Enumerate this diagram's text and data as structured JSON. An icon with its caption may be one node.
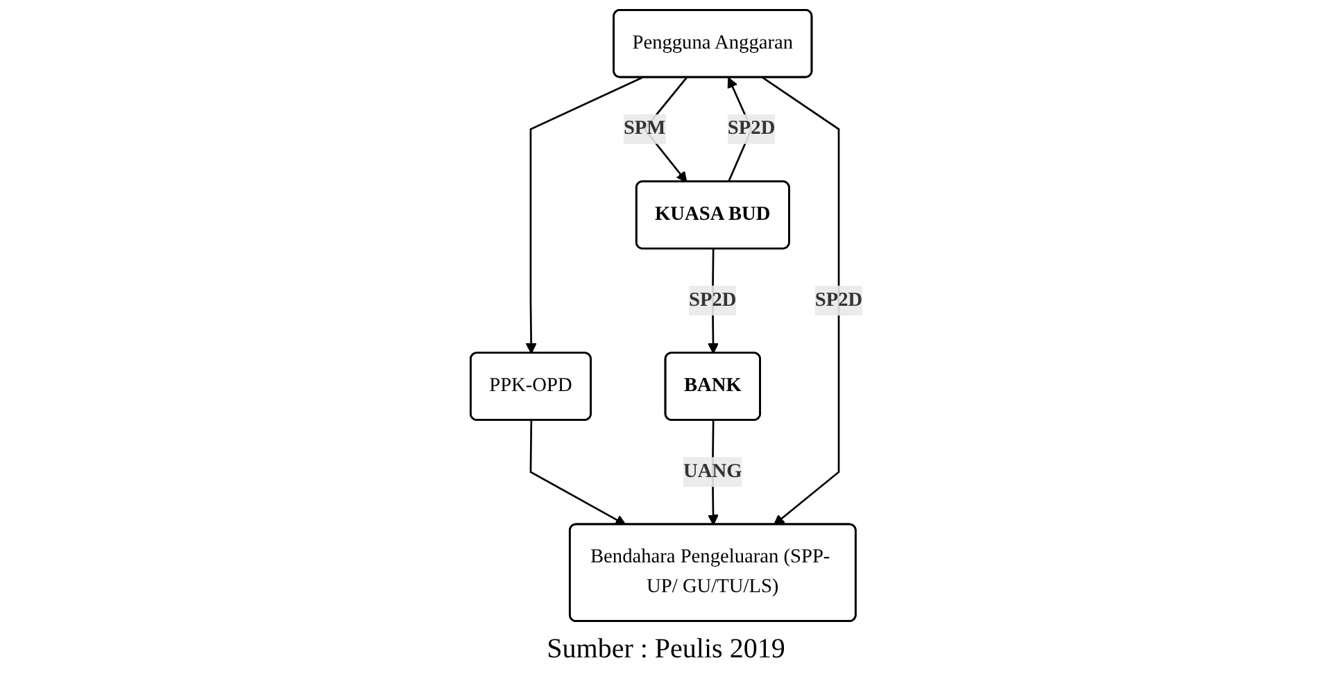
{
  "diagram": {
    "caption": "Sumber : Peulis 2019",
    "nodes": [
      {
        "text": [
          "Pengguna Anggaran"
        ]
      },
      {
        "text": [
          "KUASA BUD"
        ]
      },
      {
        "text": [
          "PPK-OPD"
        ]
      },
      {
        "text": [
          "Bendahara Pengeluaran (SPP- UP/ GU/TU/LS)"
        ]
      },
      {
        "text": [
          "BANK"
        ]
      }
    ],
    "edges": [
      {
        "from": 0,
        "to": 1,
        "label": "SPM",
        "arrow": "to"
      },
      {
        "from": 1,
        "to": 0,
        "label": "SP2D",
        "arrow": "to"
      },
      {
        "from": 0,
        "to": 2,
        "arrow": "to"
      },
      {
        "from": 2,
        "to": 3,
        "arrow": "to"
      },
      {
        "from": 1,
        "to": 4,
        "label": "SP2D",
        "arrow": "to"
      },
      {
        "from": 4,
        "to": 3,
        "label": "UANG",
        "arrow": "to"
      },
      {
        "from": 0,
        "to": 3,
        "label": "SP2D",
        "arrow": "to"
      }
    ]
  }
}
